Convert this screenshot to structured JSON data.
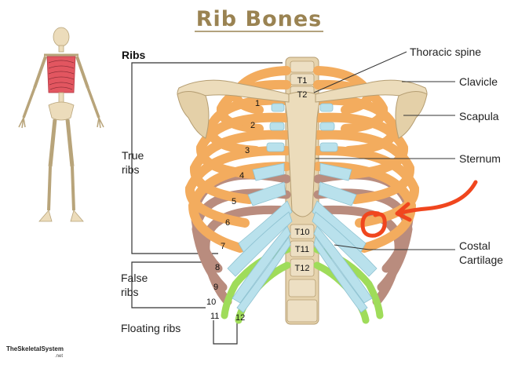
{
  "title": "Rib Bones",
  "labels": {
    "ribs": "Ribs",
    "true_ribs_1": "True",
    "true_ribs_2": "ribs",
    "false_ribs_1": "False",
    "false_ribs_2": "ribs",
    "floating_ribs": "Floating ribs",
    "thoracic_spine": "Thoracic spine",
    "clavicle": "Clavicle",
    "scapula": "Scapula",
    "sternum": "Sternum",
    "costal_1": "Costal",
    "costal_2": "Cartilage"
  },
  "rib_numbers": [
    "1",
    "2",
    "3",
    "4",
    "5",
    "6",
    "7",
    "8",
    "9",
    "10",
    "11",
    "12"
  ],
  "vertebrae": [
    "T1",
    "T2",
    "T10",
    "T11",
    "T12"
  ],
  "brand": {
    "name": "TheSkeletalSystem",
    "suffix": ".net"
  },
  "colors": {
    "title": "#9a8352",
    "true_rib": "#f3ac5e",
    "false_rib": "#b98c7e",
    "floating_rib": "#9fdc5a",
    "cartilage": "#b9e1ec",
    "bone": "#ecdcbb",
    "annotation": "#f0461e",
    "highlight_ribs": "#e25660"
  }
}
